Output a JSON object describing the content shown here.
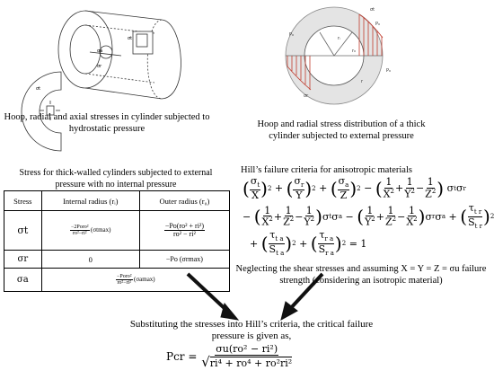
{
  "captions": {
    "cylinder": "Hoop, radial and axial stresses in cylinder subjected to hydrostatic pressure",
    "ring": "Hoop and radial stress distribution of a thick cylinder subjected to external pressure",
    "table_title": "Stress  for thick-walled cylinders subjected to external pressure with no internal pressure",
    "hill_title": "Hill’s failure criteria for anisotropic materials",
    "neglect": "Neglecting the shear  stresses and assuming X = Y = Z = σu failure strength (considering an isotropic material)",
    "substitute": "Substituting the stresses into Hill’s criteria, the critical failure pressure is given as,"
  },
  "table": {
    "h_stress": "Stress",
    "h_inner": "Internal radius (rᵢ)",
    "h_outer": "Outer radius (r₀)",
    "r1_stress": "σt",
    "r1_inner_num": "−2Poro²",
    "r1_inner_den": "ro²−ri²",
    "r1_inner_tail": "(σtmax)",
    "r1_outer_num": "−Po(ro² + ri²)",
    "r1_outer_den": "ro² − ri²",
    "r2_stress": "σr",
    "r2_inner": "0",
    "r2_outer": "−Po (σrmax)",
    "r3_stress": "σa",
    "r3_num": "−Poro²",
    "r3_den": "ro²−ri²",
    "r3_tail": "(σamax)"
  },
  "fig_labels": {
    "sigma_t": "σt",
    "sigma_r": "σr",
    "sigma_a": "σa",
    "p0": "P₀",
    "ri": "rᵢ",
    "r0": "r₀",
    "r": "r"
  },
  "equations": {
    "eq_end": "= 1",
    "pcr_lhs": "Pcr =",
    "pcr_num": "σu(ro² − ri²)",
    "pcr_den": "ri⁴ + ro⁴ + ro²ri²"
  }
}
